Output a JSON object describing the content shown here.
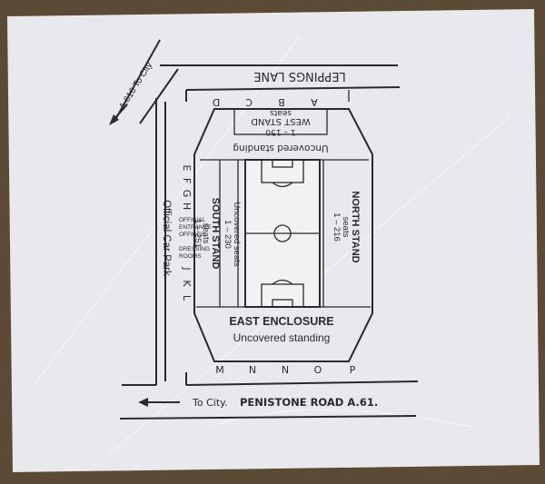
{
  "roads": {
    "top": "LEPPINGS LANE",
    "bottom": "PENISTONE ROAD  A.61.",
    "to_city_bottom": "To City.",
    "to_city_diag": "A.616 To City"
  },
  "stands": {
    "west": {
      "name": "WEST  STAND",
      "seats": "seats",
      "range": "1 – 150",
      "note": "Uncovered standing"
    },
    "north": {
      "name": "NORTH STAND",
      "seats": "seats",
      "range": "1 – 216"
    },
    "south": {
      "name": "SOUTH STAND",
      "seats": "seats",
      "range": "1 – 251"
    },
    "uncovered_seats": {
      "label": "Uncovered  seats",
      "range": "1 – 230"
    },
    "east": {
      "name": "EAST ENCLOSURE",
      "note": "Uncovered standing"
    }
  },
  "entrances": {
    "top_gates": [
      "D",
      "C",
      "B",
      "A"
    ],
    "left_gates_upper": [
      "E",
      "F",
      "G",
      "H"
    ],
    "left_gates_lower": [
      "J",
      "K",
      "L"
    ],
    "bottom_gates": [
      "M",
      "N",
      "N",
      "O",
      "P"
    ]
  },
  "facilities": {
    "car_park": "Official   Car   Park",
    "offices": [
      "OFFICIAL",
      "ENTRANCE",
      "OFFICES",
      "DRESSING",
      "ROOMS"
    ]
  },
  "colors": {
    "ink": "#2a2a2e",
    "paper": "#e9e8ec",
    "table": "#5b4a36"
  },
  "icons": [
    "arrow-left-icon",
    "arrow-diagonal-icon",
    "football-pitch-icon"
  ]
}
